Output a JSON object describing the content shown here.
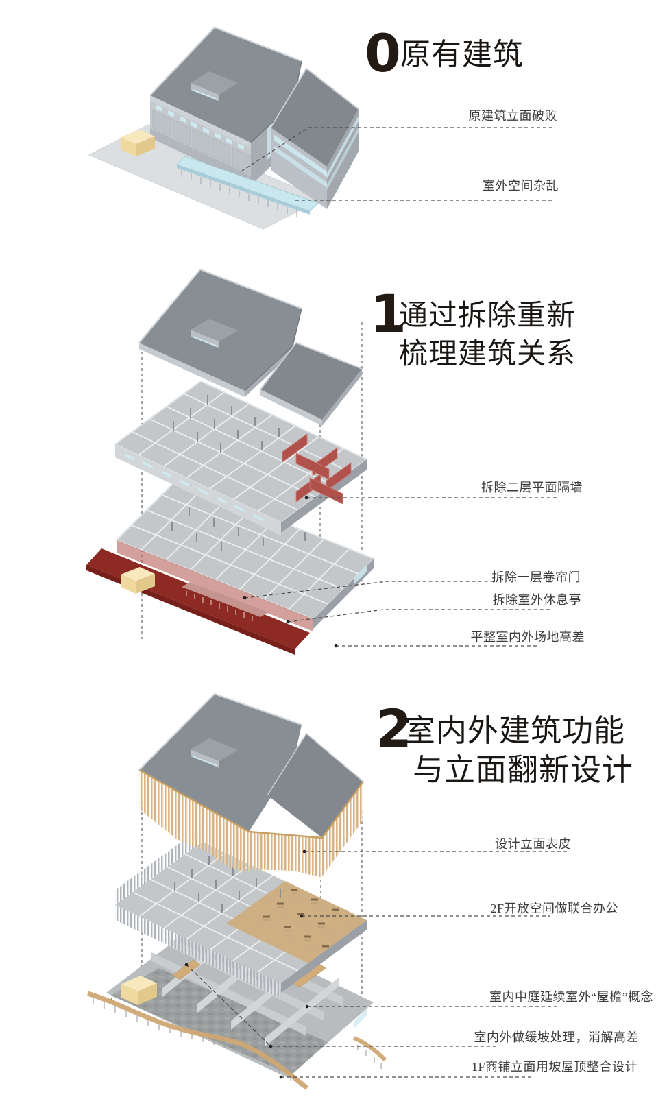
{
  "page": {
    "background": "#ffffff"
  },
  "colors": {
    "demolition_red": "#8e2a24",
    "partition_wall_red": "#b0524b",
    "roof_grey": "#878e94",
    "wall_grey": "#c3c9cd",
    "slab_grey": "#c3c7ca",
    "window_blue": "#cfe9f1",
    "canopy_blue": "#c9e7ef",
    "wood_tan": "#d6b486",
    "storage_cream": "#f5e2b0",
    "callout_line": "#4d4d4d",
    "text_dark": "#191613"
  },
  "sections": [
    {
      "number": "0",
      "title_lines": [
        "原有建筑"
      ],
      "callouts": [
        {
          "text": "原建筑立面破败"
        },
        {
          "text": "室外空间杂乱"
        }
      ]
    },
    {
      "number": "1",
      "title_lines": [
        "通过拆除重新",
        "梳理建筑关系"
      ],
      "callouts": [
        {
          "text": "拆除二层平面隔墙"
        },
        {
          "text": "拆除一层卷帘门"
        },
        {
          "text": "拆除室外休息亭"
        },
        {
          "text": "平整室内外场地高差"
        }
      ]
    },
    {
      "number": "2",
      "title_lines": [
        "室内外建筑功能",
        "与立面翻新设计"
      ],
      "callouts": [
        {
          "text": "设计立面表皮"
        },
        {
          "text": "2F开放空间做联合办公"
        },
        {
          "text": "室内中庭延续室外“屋檐”概念"
        },
        {
          "text": "室内外做缓坡处理，消解高差"
        },
        {
          "text": "1F商铺立面用坡屋顶整合设计"
        }
      ]
    }
  ]
}
